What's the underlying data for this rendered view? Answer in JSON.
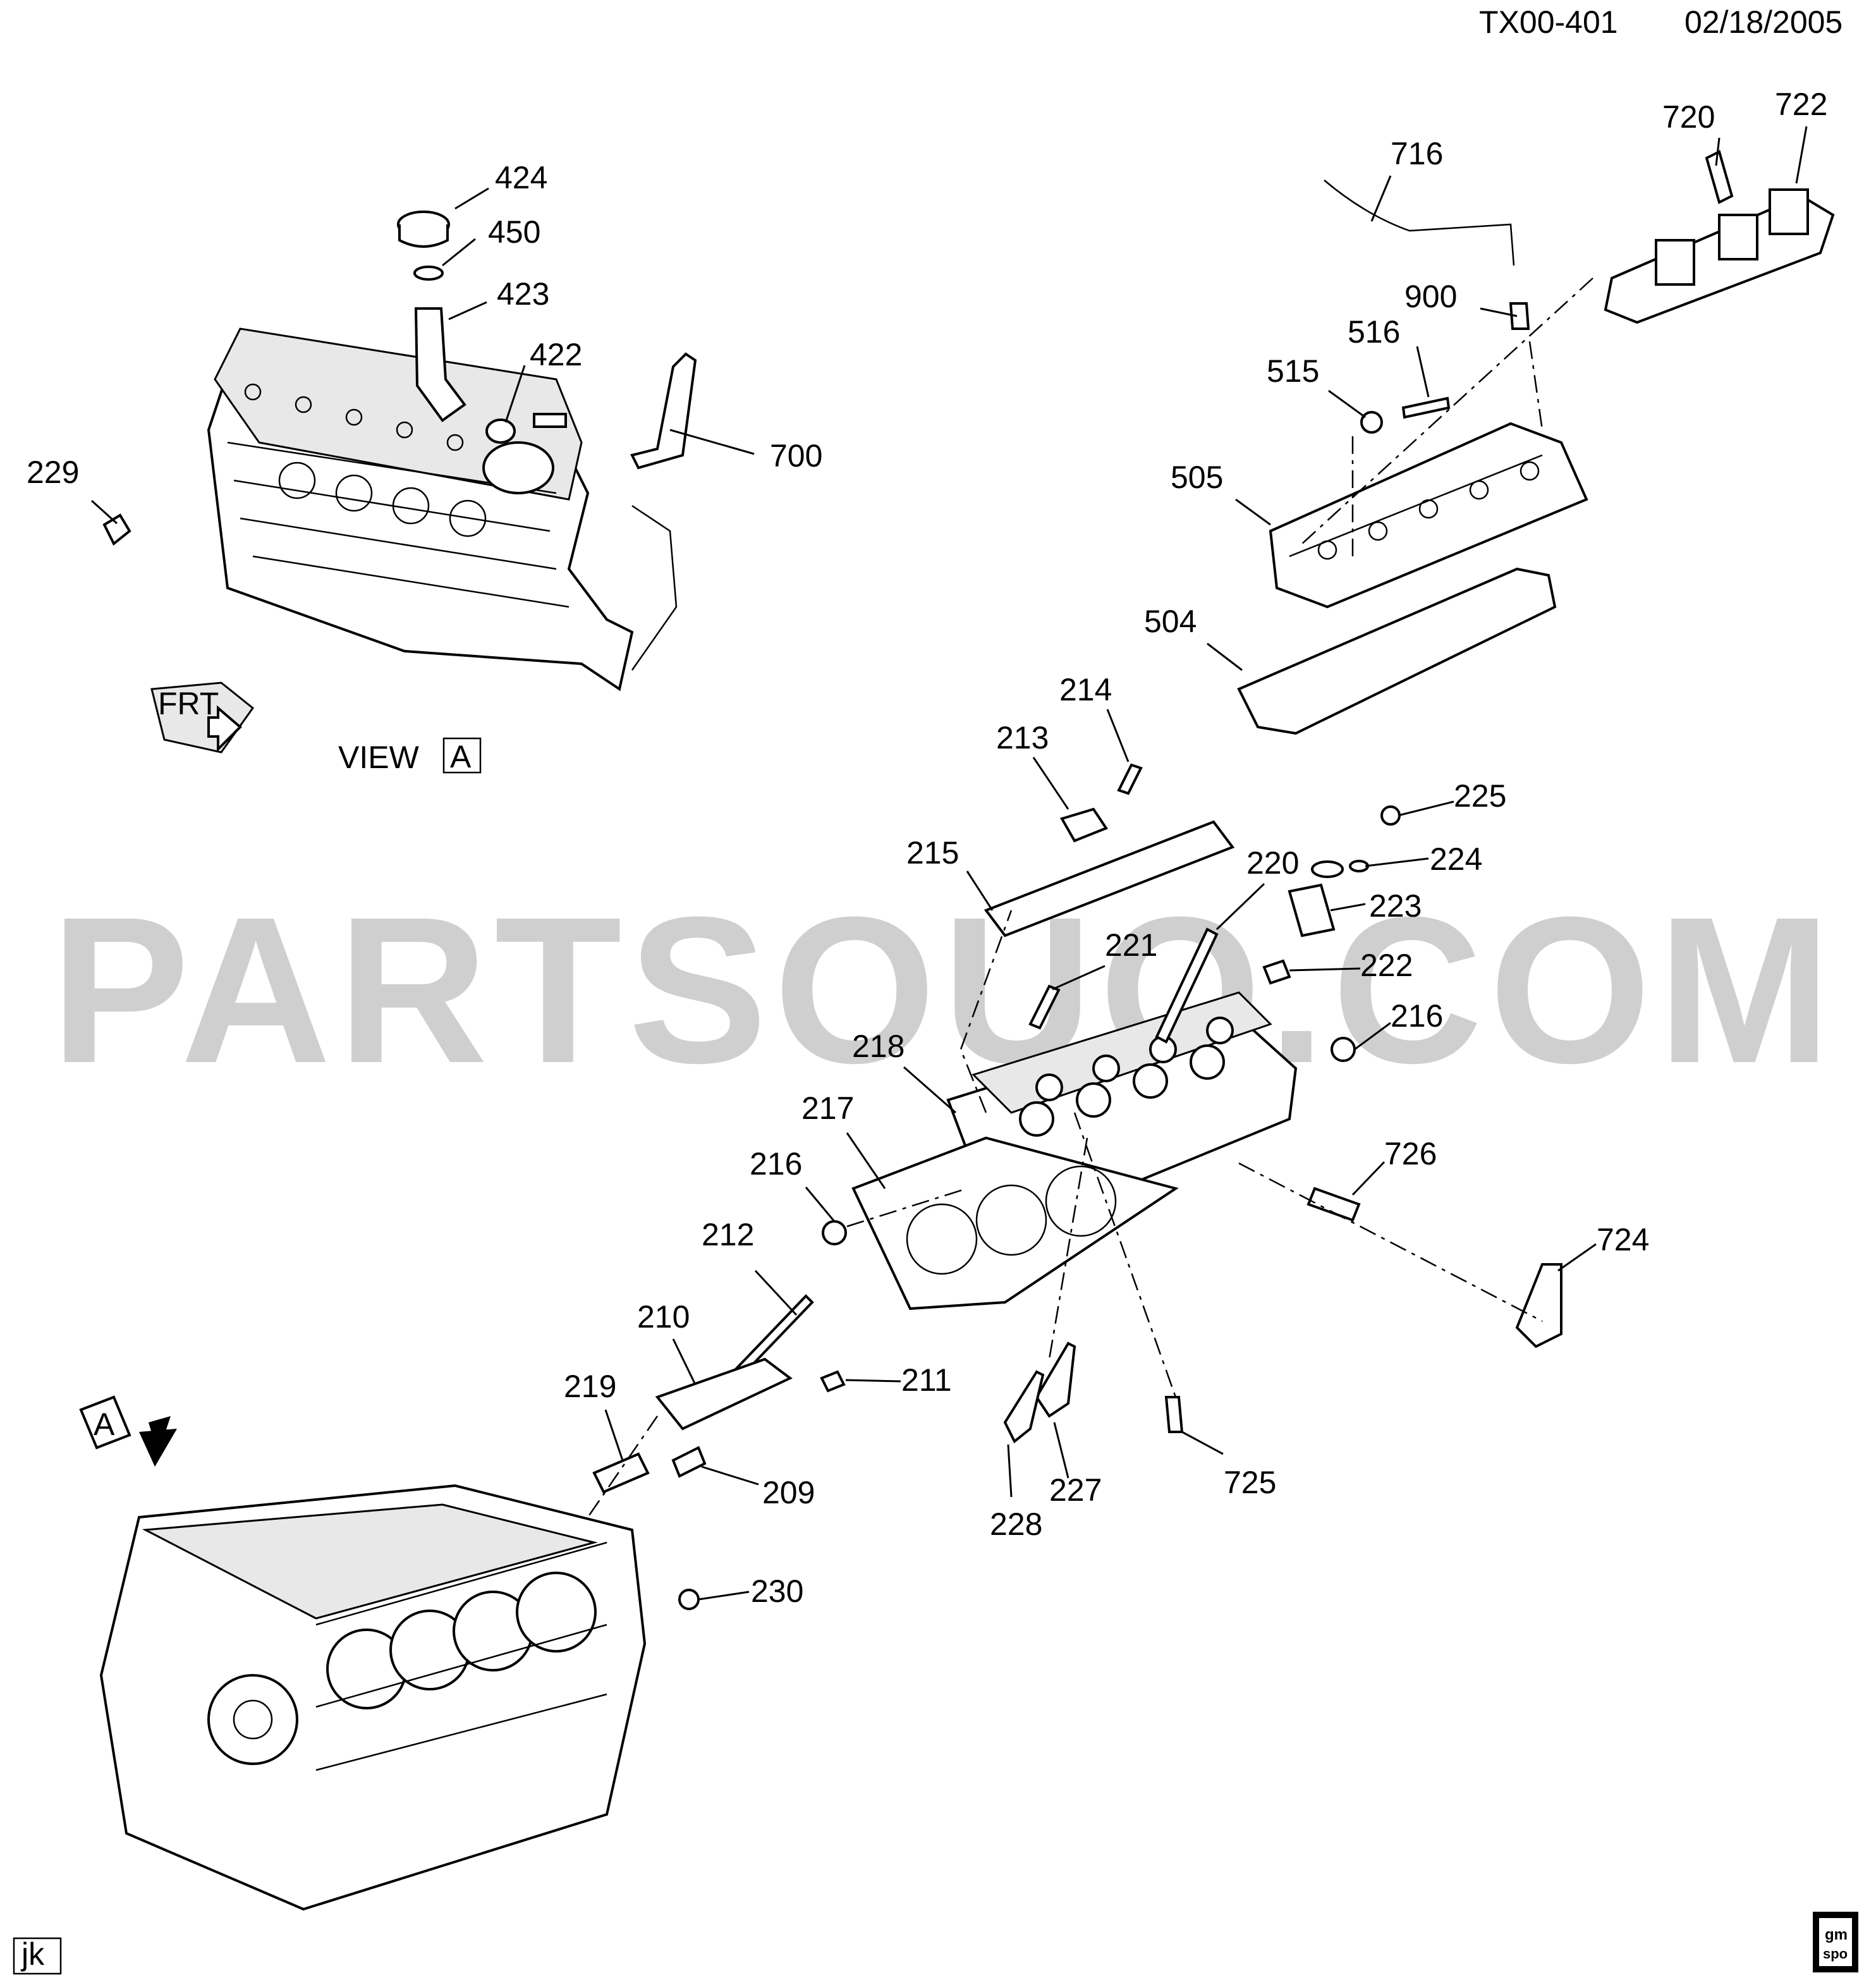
{
  "header": {
    "code": "TX00-401",
    "date": "02/18/2005"
  },
  "watermark": "PARTSOUQ.COM",
  "view_label": {
    "text": "VIEW",
    "marker": "A"
  },
  "front_arrow": {
    "text": "FRT"
  },
  "view_marker": "A",
  "footer": {
    "initials": "jk",
    "logo_text_1": "gm",
    "logo_text_2": "spo"
  },
  "callouts": [
    {
      "id": "c424",
      "text": "424"
    },
    {
      "id": "c450",
      "text": "450"
    },
    {
      "id": "c423",
      "text": "423"
    },
    {
      "id": "c422",
      "text": "422"
    },
    {
      "id": "c700",
      "text": "700"
    },
    {
      "id": "c229",
      "text": "229"
    },
    {
      "id": "c716",
      "text": "716"
    },
    {
      "id": "c720",
      "text": "720"
    },
    {
      "id": "c722",
      "text": "722"
    },
    {
      "id": "c900",
      "text": "900"
    },
    {
      "id": "c516",
      "text": "516"
    },
    {
      "id": "c515",
      "text": "515"
    },
    {
      "id": "c505",
      "text": "505"
    },
    {
      "id": "c504",
      "text": "504"
    },
    {
      "id": "c214",
      "text": "214"
    },
    {
      "id": "c213",
      "text": "213"
    },
    {
      "id": "c215",
      "text": "215"
    },
    {
      "id": "c225",
      "text": "225"
    },
    {
      "id": "c220",
      "text": "220"
    },
    {
      "id": "c224",
      "text": "224"
    },
    {
      "id": "c223",
      "text": "223"
    },
    {
      "id": "c221",
      "text": "221"
    },
    {
      "id": "c222",
      "text": "222"
    },
    {
      "id": "c216a",
      "text": "216"
    },
    {
      "id": "c218",
      "text": "218"
    },
    {
      "id": "c217",
      "text": "217"
    },
    {
      "id": "c216b",
      "text": "216"
    },
    {
      "id": "c726",
      "text": "726"
    },
    {
      "id": "c212",
      "text": "212"
    },
    {
      "id": "c724",
      "text": "724"
    },
    {
      "id": "c210",
      "text": "210"
    },
    {
      "id": "c219",
      "text": "219"
    },
    {
      "id": "c211",
      "text": "211"
    },
    {
      "id": "c209",
      "text": "209"
    },
    {
      "id": "c227",
      "text": "227"
    },
    {
      "id": "c228",
      "text": "228"
    },
    {
      "id": "c725",
      "text": "725"
    },
    {
      "id": "c230",
      "text": "230"
    }
  ]
}
